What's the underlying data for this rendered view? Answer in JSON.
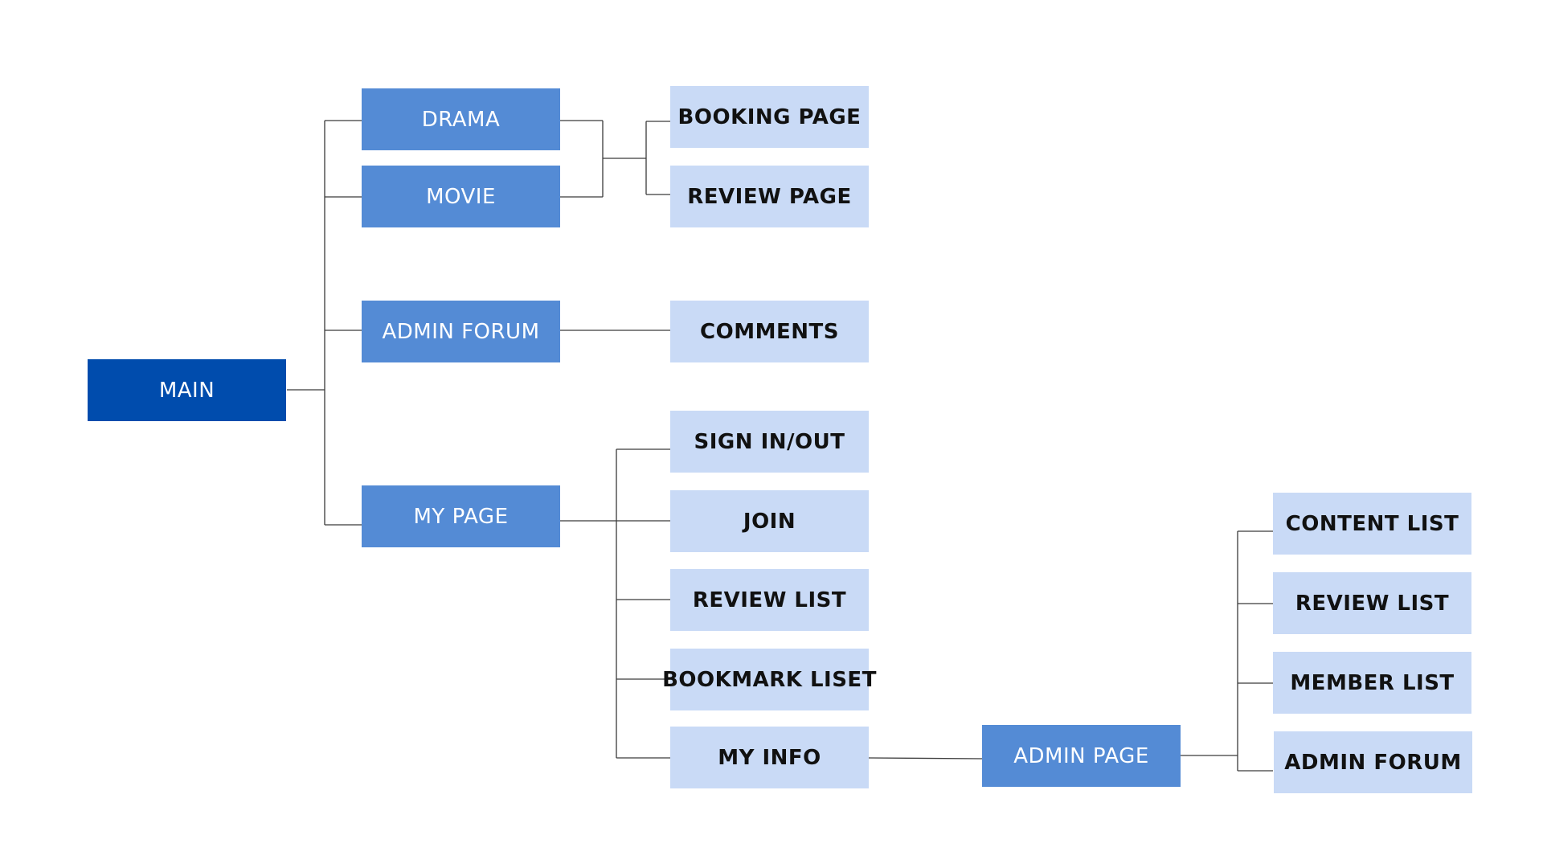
{
  "colors": {
    "root": "#004cad",
    "primary": "#548bd5",
    "secondary": "#c9daf6",
    "connector": "#3a3a3a",
    "background": "#ffffff"
  },
  "nodes": {
    "main": "MAIN",
    "drama": "DRAMA",
    "movie": "MOVIE",
    "admin_forum": "ADMIN FORUM",
    "my_page": "MY PAGE",
    "booking_page": "BOOKING PAGE",
    "review_page": "REVIEW PAGE",
    "comments": "COMMENTS",
    "sign_in_out": "SIGN IN/OUT",
    "join": "JOIN",
    "review_list": "REVIEW LIST",
    "bookmark_liset": "BOOKMARK LISET",
    "my_info": "MY INFO",
    "admin_page": "ADMIN PAGE",
    "content_list": "CONTENT LIST",
    "admin_review_list": "REVIEW LIST",
    "member_list": "MEMBER LIST",
    "admin_admin_forum": "ADMIN FORUM"
  },
  "edges": [
    [
      "main",
      "drama"
    ],
    [
      "main",
      "movie"
    ],
    [
      "main",
      "admin_forum"
    ],
    [
      "main",
      "my_page"
    ],
    [
      "drama",
      "booking_page"
    ],
    [
      "drama",
      "review_page"
    ],
    [
      "movie",
      "booking_page"
    ],
    [
      "movie",
      "review_page"
    ],
    [
      "admin_forum",
      "comments"
    ],
    [
      "my_page",
      "sign_in_out"
    ],
    [
      "my_page",
      "join"
    ],
    [
      "my_page",
      "review_list"
    ],
    [
      "my_page",
      "bookmark_liset"
    ],
    [
      "my_page",
      "my_info"
    ],
    [
      "my_info",
      "admin_page"
    ],
    [
      "admin_page",
      "content_list"
    ],
    [
      "admin_page",
      "admin_review_list"
    ],
    [
      "admin_page",
      "member_list"
    ],
    [
      "admin_page",
      "admin_admin_forum"
    ]
  ]
}
